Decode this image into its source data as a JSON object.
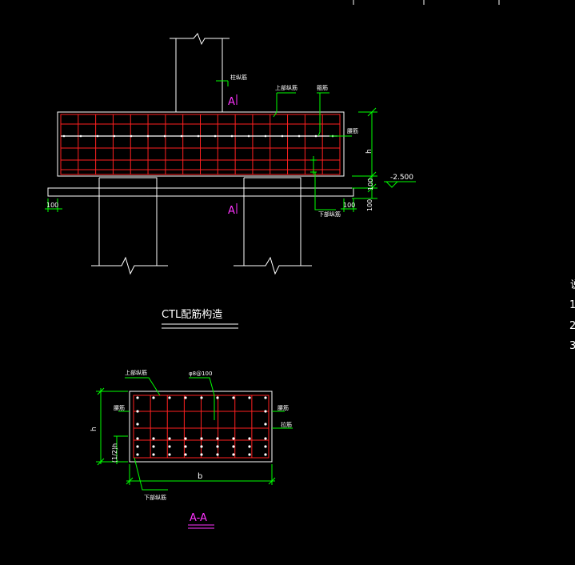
{
  "elevation": {
    "dim_h": "h",
    "dim_100_a": "100",
    "dim_100_b": "100",
    "dim_100_left": "100",
    "dim_100_right": "100",
    "elevation_mark": "-2.500",
    "section_mark_top": "A",
    "section_mark_bottom": "A",
    "callout_column": "柱纵筋",
    "callout_top_bar": "上部纵筋",
    "callout_stirrup": "箍筋",
    "callout_waist_bar": "腰筋",
    "callout_bottom_bar": "下部纵筋"
  },
  "main_title": "CTL配筋构造",
  "section": {
    "title": "A-A",
    "dim_h": "h",
    "dim_b": "b",
    "dim_partial": "(1/2)h",
    "callout_top_bar": "上部纵筋",
    "callout_stirrup": "φ8@100",
    "callout_waist_left": "腰筋",
    "callout_waist_right": "腰筋",
    "callout_pull": "拉筋",
    "callout_bottom_bar": "下部纵筋"
  },
  "notes": {
    "header": "说",
    "items": [
      "1",
      "2",
      "3"
    ]
  },
  "colors": {
    "background": "#000000",
    "outline": "#ffffff",
    "rebar": "#ff2020",
    "dimension": "#00ff00",
    "callout": "#00ff00",
    "section_mark": "#ff33ff"
  }
}
